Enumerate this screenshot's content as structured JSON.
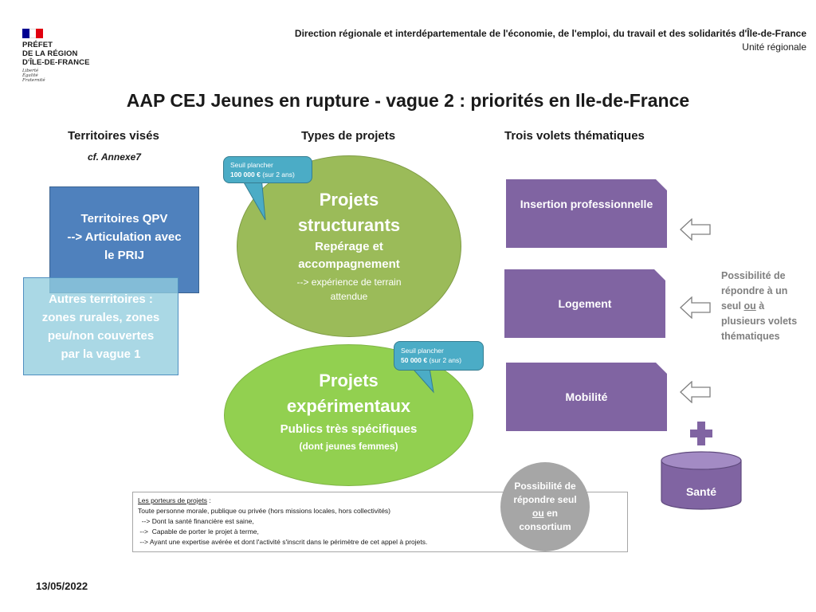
{
  "logo": {
    "flag_colors": [
      "#000091",
      "#ffffff",
      "#e1000f"
    ],
    "lines": [
      "PRÉFET",
      "DE LA RÉGION",
      "D'ÎLE-DE-FRANCE"
    ],
    "motto": [
      "Liberté",
      "Égalité",
      "Fraternité"
    ]
  },
  "header": {
    "direction": "Direction régionale et interdépartementale de l'économie, de l'emploi, du travail et des solidarités d'Île-de-France",
    "unit": "Unité régionale"
  },
  "title": "AAP CEJ Jeunes en rupture - vague 2 : priorités en Ile-de-France",
  "columns": {
    "territories": "Territoires visés",
    "annexe": "cf. Annexe7",
    "project_types": "Types de projets",
    "themes": "Trois volets thématiques"
  },
  "territories": {
    "qpv": [
      "Territoires QPV",
      "--> Articulation avec",
      "le PRIJ"
    ],
    "other": [
      "Autres territoires :",
      "zones rurales, zones",
      "peu/non couvertes",
      "par la vague 1"
    ]
  },
  "projects": {
    "structurants": {
      "title": [
        "Projets",
        "structurants"
      ],
      "subtitle": [
        "Repérage et",
        "accompagnement"
      ],
      "note": [
        "--> expérience de terrain",
        "attendue"
      ],
      "callout": {
        "label": "Seuil plancher",
        "amount": "100 000 €",
        "detail": " (sur 2 ans)"
      }
    },
    "experimentaux": {
      "title": [
        "Projets",
        "expérimentaux"
      ],
      "subtitle": "Publics très spécifiques",
      "note": "(dont jeunes femmes)",
      "callout": {
        "label": "Seuil plancher",
        "amount": "50 000 €",
        "detail": " (sur 2 ans)"
      }
    }
  },
  "themes": {
    "insertion": "Insertion professionnelle",
    "logement": "Logement",
    "mobilite": "Mobilité",
    "sante": "Santé"
  },
  "possibility_right": {
    "part1": "Possibilité de répondre à un seul ",
    "ou": "ou",
    "part2": " à plusieurs volets thématiques"
  },
  "consortium": {
    "line1": "Possibilité de",
    "line2": "répondre seul",
    "ou": "ou",
    "line3": " en",
    "line4": "consortium"
  },
  "porteurs": {
    "head": "Les porteurs de projets",
    "head_suffix": " :",
    "lines": [
      "Toute personne morale, publique ou privée (hors missions locales, hors collectivités)",
      "  --> Dont la santé financière est saine,",
      " -->  Capable de porter le projet à terme,",
      " --> Ayant une expertise avérée et dont l'activité s'inscrit dans le périmètre de cet appel à projets."
    ]
  },
  "date": "13/05/2022",
  "colors": {
    "qpv": "#4f81bd",
    "other": "#92cdde",
    "structurants": "#9bbb59",
    "experimentaux": "#92d050",
    "callout": "#4bacc6",
    "theme": "#8064a2",
    "gray": "#a6a6a6"
  }
}
